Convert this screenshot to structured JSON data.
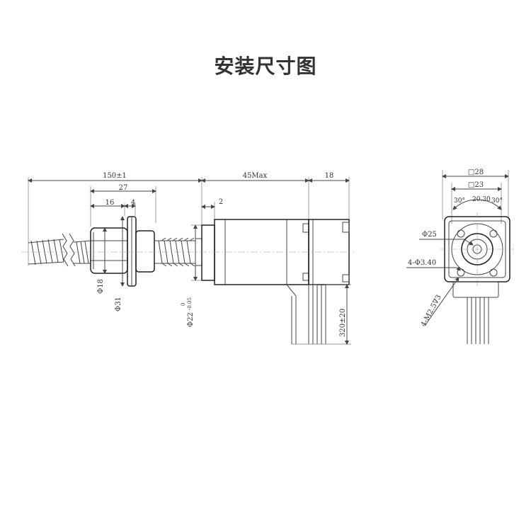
{
  "title": "安装尺寸图",
  "side_view": {
    "overall_length": "150±1",
    "nut_length": "27",
    "nut_body": "16",
    "flange_thickness": "4",
    "motor_length": "45Max",
    "rear_length": "18",
    "pilot": "2",
    "nut_dia": "Φ18",
    "flange_dia": "Φ31",
    "boss_dia": "Φ22",
    "boss_tol_upper": "0",
    "boss_tol_lower": "-0.05",
    "lead_length": "320±20"
  },
  "end_view": {
    "frame_outer": "□28",
    "frame_inner": "□23",
    "angle_left": "30°",
    "dim_center": "20.30",
    "angle_right": "30°",
    "center_dia": "Φ25",
    "hole_dia": "4-Φ3.40",
    "thread": "4-M2.5∇3"
  }
}
